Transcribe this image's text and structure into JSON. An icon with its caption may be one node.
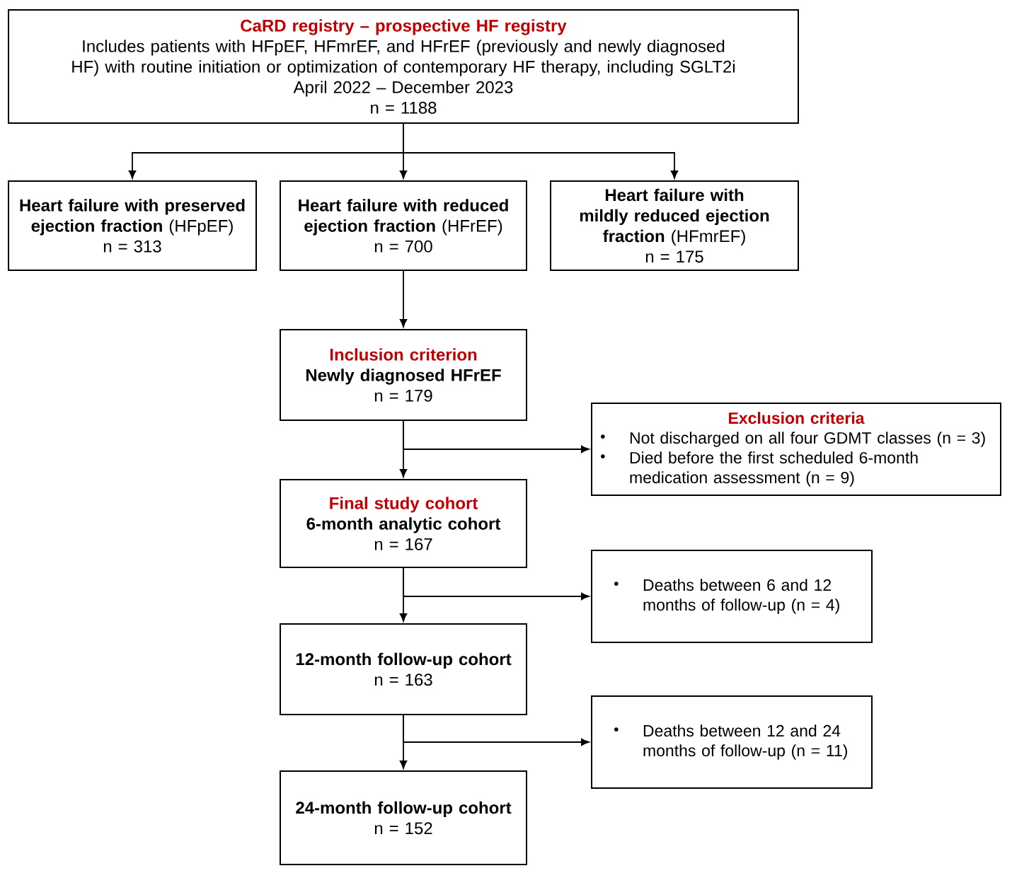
{
  "diagram": {
    "nodes": [
      {
        "text": [
          "CaRD registry – prospective HF registry",
          "Includes patients with HFpEF, HFmrEF, and HFrEF (previously and newly diagnosed HF) with routine initiation or optimization of contemporary HF therapy, including SGLT2i",
          "April 2022 – December 2023",
          "n = 1188"
        ]
      },
      {
        "text": [
          "**Heart failure with preserved ejection fraction** (HFpEF)",
          "n = 313"
        ]
      },
      {
        "text": [
          "**Heart failure with reduced ejection fraction** (HFrEF)",
          "n = 700"
        ]
      },
      {
        "text": [
          "**Heart failure with mildly reduced ejection fraction** (HFmrEF)",
          "n = 175"
        ]
      },
      {
        "text": [
          "Inclusion criterion",
          "Newly diagnosed HFrEF",
          "n = 179"
        ]
      },
      {
        "text": [
          "Exclusion criteria",
          "Not discharged on all four GDMT classes (n = 3)",
          "Died before the first scheduled 6-month medication assessment (n = 9)"
        ]
      },
      {
        "text": [
          "Final study cohort",
          "6-month analytic cohort",
          "n = 167"
        ]
      },
      {
        "text": [
          "Deaths between 6 and 12 months of follow-up (n = 4)"
        ]
      },
      {
        "text": [
          "12-month follow-up cohort",
          "n = 163"
        ]
      },
      {
        "text": [
          "Deaths between 12 and 24 months of follow-up (n = 11)"
        ]
      },
      {
        "text": [
          "24-month follow-up cohort",
          "n = 152"
        ]
      }
    ],
    "edges": [
      {
        "from": 0,
        "to": 1,
        "arrow": "to"
      },
      {
        "from": 0,
        "to": 2,
        "arrow": "to"
      },
      {
        "from": 0,
        "to": 3,
        "arrow": "to"
      },
      {
        "from": 2,
        "to": 4,
        "arrow": "to"
      },
      {
        "from": 4,
        "to": 6,
        "arrow": "to"
      },
      {
        "from": 4,
        "to": 5,
        "arrow": "to"
      },
      {
        "from": 6,
        "to": 8,
        "arrow": "to"
      },
      {
        "from": 6,
        "to": 7,
        "arrow": "to"
      },
      {
        "from": 8,
        "to": 10,
        "arrow": "to"
      },
      {
        "from": 8,
        "to": 9,
        "arrow": "to"
      }
    ]
  }
}
